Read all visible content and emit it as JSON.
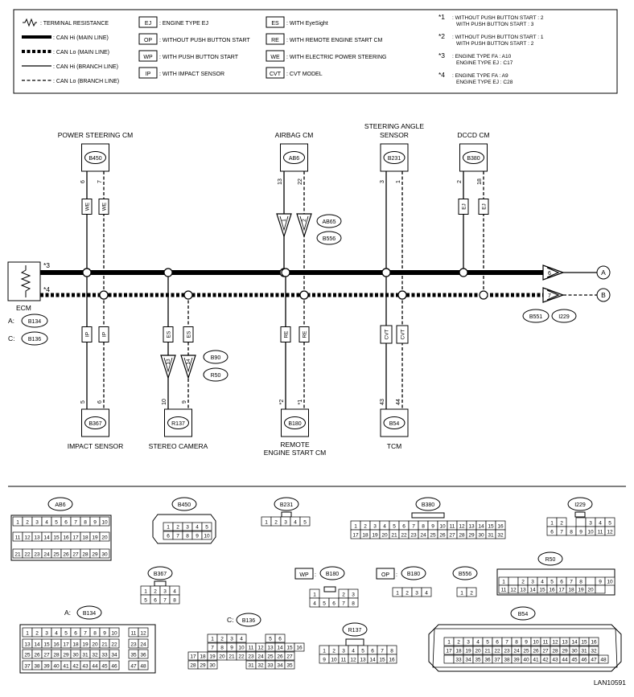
{
  "legend": {
    "lines": [
      {
        "sym": "resist",
        "text": ": TERMINAL RESISTANCE"
      },
      {
        "sym": "thick",
        "text": ": CAN Hi (MAIN LINE)"
      },
      {
        "sym": "thickdash",
        "text": ": CAN Lo (MAIN LINE)"
      },
      {
        "sym": "thin",
        "text": ": CAN Hi (BRANCH LINE)"
      },
      {
        "sym": "thindash",
        "text": ": CAN Lo (BRANCH LINE)"
      }
    ],
    "tags_col1": [
      {
        "tag": "EJ",
        "text": ": ENGINE TYPE EJ"
      },
      {
        "tag": "OP",
        "text": ": WITHOUT PUSH BUTTON START"
      },
      {
        "tag": "WP",
        "text": ": WITH PUSH BUTTON START"
      },
      {
        "tag": "IP",
        "text": ": WITH IMPACT SENSOR"
      }
    ],
    "tags_col2": [
      {
        "tag": "ES",
        "text": ": WITH EyeSight"
      },
      {
        "tag": "RE",
        "text": ": WITH REMOTE ENGINE START CM"
      },
      {
        "tag": "WE",
        "text": ": WITH ELECTRIC POWER STEERING"
      },
      {
        "tag": "CVT",
        "text": ": CVT MODEL"
      }
    ],
    "notes": [
      {
        "mark": "*1",
        "l1": ": WITHOUT PUSH BUTTON START : 2",
        "l2": "WITH PUSH BUTTON START : 3"
      },
      {
        "mark": "*2",
        "l1": ": WITHOUT PUSH BUTTON START : 1",
        "l2": "WITH PUSH BUTTON START : 2"
      },
      {
        "mark": "*3",
        "l1": ": ENGINE TYPE FA : A10",
        "l2": "ENGINE TYPE EJ : C17"
      },
      {
        "mark": "*4",
        "l1": ": ENGINE TYPE FA : A9",
        "l2": "ENGINE TYPE EJ : C28"
      }
    ]
  },
  "top_modules": [
    {
      "name": "POWER STEERING CM",
      "conn": "B450",
      "hi": "6",
      "lo": "7",
      "tag": "WE"
    },
    {
      "name": "AIRBAG CM",
      "conn": "AB6",
      "hi": "13",
      "lo": "22",
      "jc": "AB65",
      "jc2": "B556",
      "jhi": "1",
      "jlo": "2"
    },
    {
      "name1": "STEERING ANGLE",
      "name2": "SENSOR",
      "conn": "B231",
      "hi": "3",
      "lo": "1"
    },
    {
      "name": "DCCD CM",
      "conn": "B380",
      "hi": "2",
      "lo": "18",
      "tag": "EJ"
    }
  ],
  "bottom_modules": [
    {
      "name": "IMPACT SENSOR",
      "conn": "B367",
      "hi": "5",
      "lo": "6",
      "tag": "IP"
    },
    {
      "name": "STEREO CAMERA",
      "conn": "R137",
      "hi": "10",
      "lo": "9",
      "tag": "ES",
      "jc": "B90",
      "jc2": "R50",
      "jhi": "13",
      "jlo": "14"
    },
    {
      "name1": "REMOTE",
      "name2": "ENGINE START CM",
      "conn": "B180",
      "hi": "*2",
      "lo": "*1",
      "tag": "RE"
    },
    {
      "name": "TCM",
      "conn": "B54",
      "hi": "43",
      "lo": "44",
      "tag": "CVT"
    }
  ],
  "ecm": {
    "name": "ECM",
    "hi_note": "*3",
    "lo_note": "*4",
    "a_label": "A:",
    "a_conn": "B134",
    "c_label": "C:",
    "c_conn": "B136"
  },
  "outputs": {
    "a": "A",
    "b": "B",
    "pin_hi": "6",
    "pin_lo": "7",
    "conn1": "B551",
    "conn2": "I229"
  },
  "connectors": {
    "ab6": "AB6",
    "b450": "B450",
    "b231": "B231",
    "b380": "B380",
    "i229": "I229",
    "b367": "B367",
    "wp": "WP",
    "op": "OP",
    "b180": "B180",
    "b556": "B556",
    "r50": "R50",
    "a_label": "A:",
    "b134": "B134",
    "c_label": "C:",
    "b136": "B136",
    "r137": "R137",
    "b54": "B54"
  },
  "figure_id": "LAN10591"
}
